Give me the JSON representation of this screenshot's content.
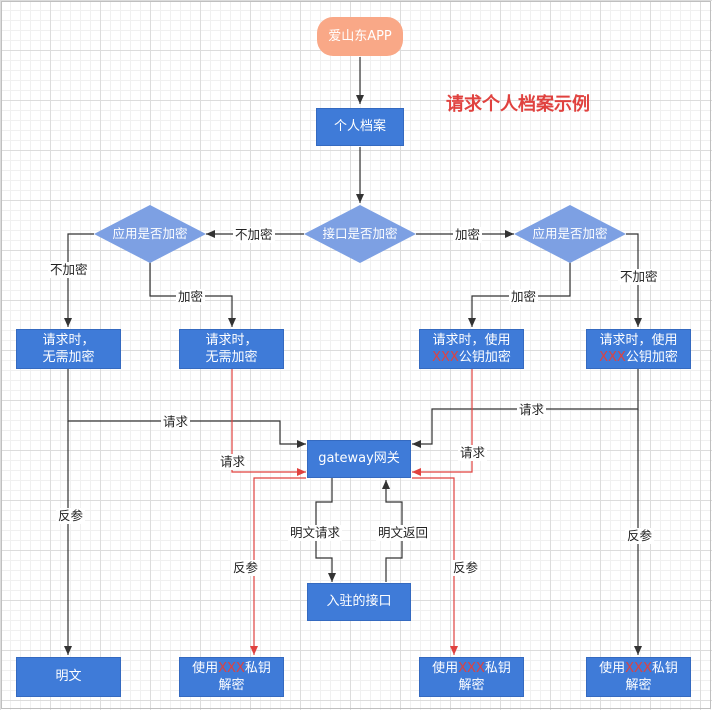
{
  "title": "请求个人档案示例",
  "colors": {
    "box": "#3f7bd8",
    "diamond": "#7da0e3",
    "start": "#f9a887",
    "accent": "#e0423f",
    "line": "#333333"
  },
  "nodes": {
    "start": "爱山东APP",
    "profile": "个人档案",
    "api_encrypted": "接口是否加密",
    "app_encrypted_left": "应用是否加密",
    "app_encrypted_right": "应用是否加密",
    "req_no_enc_1": "请求时，\n无需加密",
    "req_no_enc_2": "请求时，\n无需加密",
    "req_pubkey_1": {
      "line1": "请求时，使用",
      "hidden": "XXX",
      "line2": "公钥加密"
    },
    "req_pubkey_2": {
      "line1": "请求时，使用",
      "hidden": "XXX",
      "line2": "公钥加密"
    },
    "gateway": "gateway网关",
    "target_api": "入驻的接口",
    "plaintext": "明文",
    "decrypt_1": {
      "pre": "使用",
      "hidden": "XXX",
      "post": "私钥",
      "line2": "解密"
    },
    "decrypt_2": {
      "pre": "使用",
      "hidden": "XXX",
      "post": "私钥",
      "line2": "解密"
    },
    "decrypt_3": {
      "pre": "使用",
      "hidden": "XXX",
      "post": "私钥",
      "line2": "解密"
    }
  },
  "edge_labels": {
    "not_encrypted_left": "不加密",
    "encrypted_right": "加密",
    "not_encrypted_far_left": "不加密",
    "encrypted_left_inner": "加密",
    "encrypted_right_inner": "加密",
    "not_encrypted_far_right": "不加密",
    "request_left": "请求",
    "request_left_red": "请求",
    "request_right_red": "请求",
    "request_right": "请求",
    "response_left": "反参",
    "response_left_red": "反参",
    "response_right_red": "反参",
    "response_right": "反参",
    "plaintext_request": "明文请求",
    "plaintext_return": "明文返回"
  }
}
